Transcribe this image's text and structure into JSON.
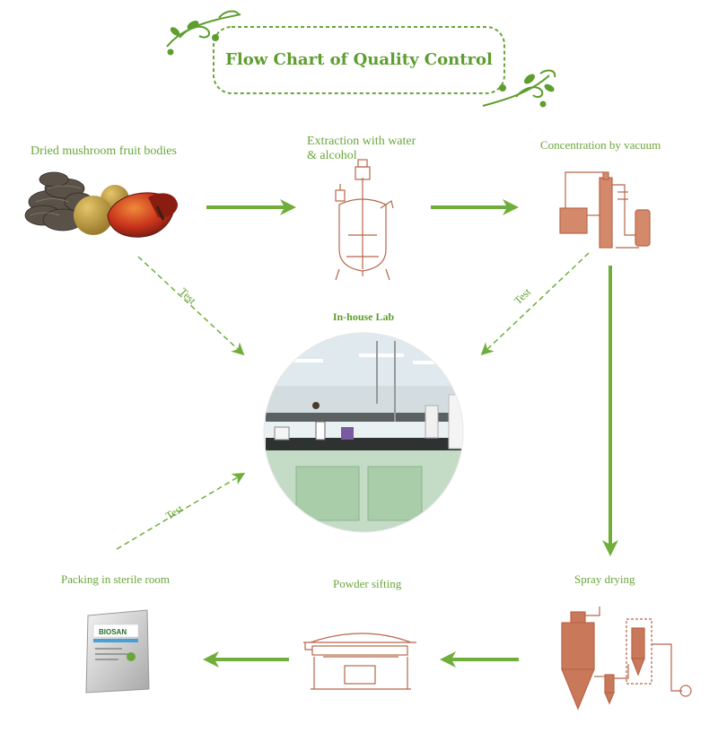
{
  "title": "Flow Chart of Quality Control",
  "lab_label": "In-house Lab",
  "steps": {
    "dried": "Dried mushroom fruit bodies",
    "extraction_line1": "Extraction with water",
    "extraction_line2": "& alcohol",
    "concentration": "Concentration by vacuum",
    "spray": "Spray drying",
    "sifting": "Powder sifting",
    "packing": "Packing in sterile room"
  },
  "test_label": "Test",
  "package_brand": "BIOSAN",
  "colors": {
    "accent_green": "#6aa63a",
    "arrow_green": "#6fae3a",
    "equipment": "#b8664a"
  }
}
